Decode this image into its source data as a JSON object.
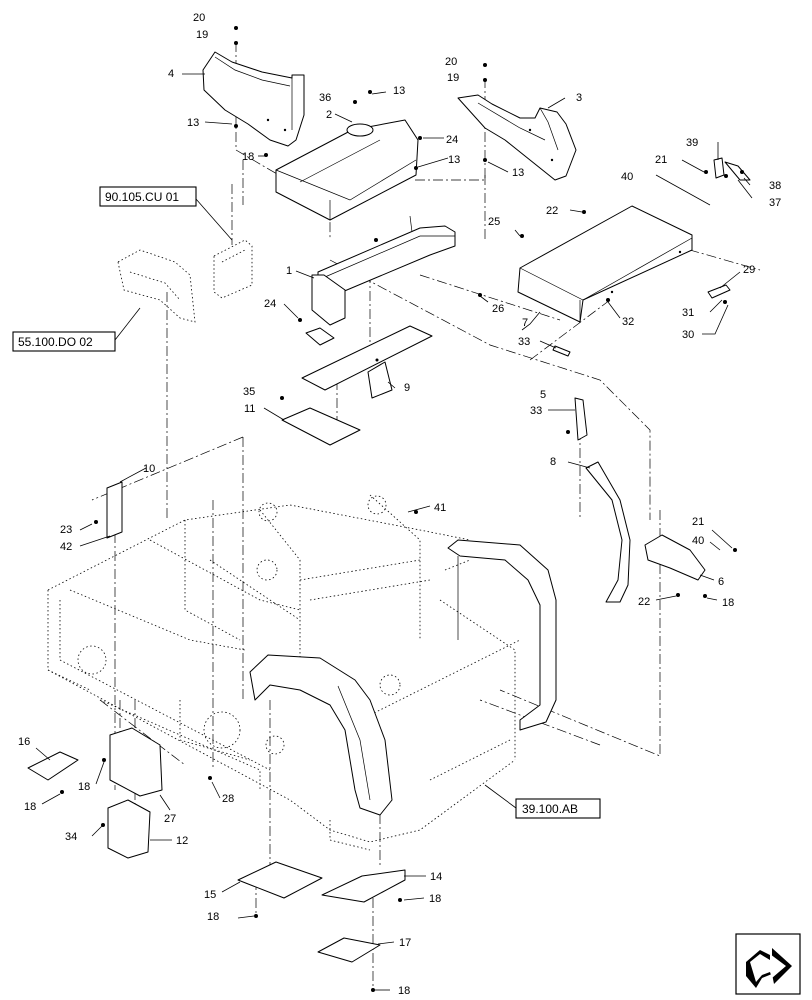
{
  "callouts": [
    {
      "id": "c20a",
      "text": "20"
    },
    {
      "id": "c19a",
      "text": "19"
    },
    {
      "id": "c4",
      "text": "4"
    },
    {
      "id": "c13a",
      "text": "13"
    },
    {
      "id": "c36",
      "text": "36"
    },
    {
      "id": "c13b",
      "text": "13"
    },
    {
      "id": "c2",
      "text": "2"
    },
    {
      "id": "c24a",
      "text": "24"
    },
    {
      "id": "c18a",
      "text": "18"
    },
    {
      "id": "c13c",
      "text": "13"
    },
    {
      "id": "c20b",
      "text": "20"
    },
    {
      "id": "c19b",
      "text": "19"
    },
    {
      "id": "c3",
      "text": "3"
    },
    {
      "id": "c13d",
      "text": "13"
    },
    {
      "id": "c39",
      "text": "39"
    },
    {
      "id": "c21a",
      "text": "21"
    },
    {
      "id": "c40a",
      "text": "40"
    },
    {
      "id": "c38",
      "text": "38"
    },
    {
      "id": "c37",
      "text": "37"
    },
    {
      "id": "c22a",
      "text": "22"
    },
    {
      "id": "c25",
      "text": "25"
    },
    {
      "id": "c29",
      "text": "29"
    },
    {
      "id": "c1",
      "text": "1"
    },
    {
      "id": "c24b",
      "text": "24"
    },
    {
      "id": "c26",
      "text": "26"
    },
    {
      "id": "c7",
      "text": "7"
    },
    {
      "id": "c32",
      "text": "32"
    },
    {
      "id": "c31",
      "text": "31"
    },
    {
      "id": "c30",
      "text": "30"
    },
    {
      "id": "c33a",
      "text": "33"
    },
    {
      "id": "c35",
      "text": "35"
    },
    {
      "id": "c9",
      "text": "9"
    },
    {
      "id": "c11",
      "text": "11"
    },
    {
      "id": "c5",
      "text": "5"
    },
    {
      "id": "c33b",
      "text": "33"
    },
    {
      "id": "c8",
      "text": "8"
    },
    {
      "id": "c10",
      "text": "10"
    },
    {
      "id": "c41",
      "text": "41"
    },
    {
      "id": "c23",
      "text": "23"
    },
    {
      "id": "c42",
      "text": "42"
    },
    {
      "id": "c21b",
      "text": "21"
    },
    {
      "id": "c40b",
      "text": "40"
    },
    {
      "id": "c6",
      "text": "6"
    },
    {
      "id": "c22b",
      "text": "22"
    },
    {
      "id": "c18b",
      "text": "18"
    },
    {
      "id": "c16",
      "text": "16"
    },
    {
      "id": "c18c",
      "text": "18"
    },
    {
      "id": "c18d",
      "text": "18"
    },
    {
      "id": "c27",
      "text": "27"
    },
    {
      "id": "c28",
      "text": "28"
    },
    {
      "id": "c34",
      "text": "34"
    },
    {
      "id": "c12",
      "text": "12"
    },
    {
      "id": "c15",
      "text": "15"
    },
    {
      "id": "c14",
      "text": "14"
    },
    {
      "id": "c18e",
      "text": "18"
    },
    {
      "id": "c18f",
      "text": "18"
    },
    {
      "id": "c17",
      "text": "17"
    },
    {
      "id": "c18g",
      "text": "18"
    }
  ],
  "references": {
    "ref_90105": "90.105.CU 01",
    "ref_55100": "55.100.DO 02",
    "ref_39100": "39.100.AB"
  },
  "nav_icon": {
    "name": "next-page-arrow-icon"
  }
}
